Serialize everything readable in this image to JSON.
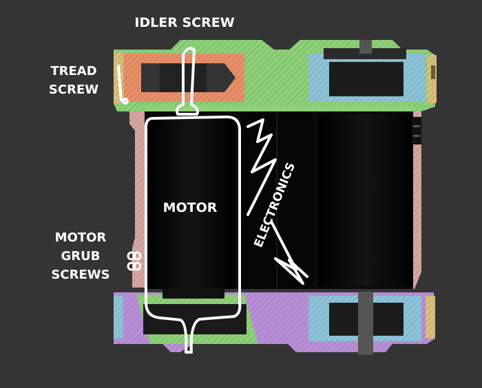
{
  "labels": {
    "idler_screw": "IDLER SCREW",
    "tread_screw_line1": "TREAD",
    "tread_screw_line2": "SCREW",
    "motor": "MOTOR",
    "electronics": "ELECTRONICS",
    "motor_grub_line1": "MOTOR",
    "motor_grub_line2": "GRUB",
    "motor_grub_line3": "SCREWS"
  },
  "colors": {
    "background": "#343434",
    "chassis_green": "#8fd07a",
    "body_pink": "#d6a6a0",
    "bottom_purple": "#b98fd6",
    "bearing_blue": "#8fc3d8",
    "idler_orange": "#e8906a",
    "tread_yellow": "#d8c080",
    "motor_black": "#050505",
    "annotation_white": "#ffffff"
  }
}
